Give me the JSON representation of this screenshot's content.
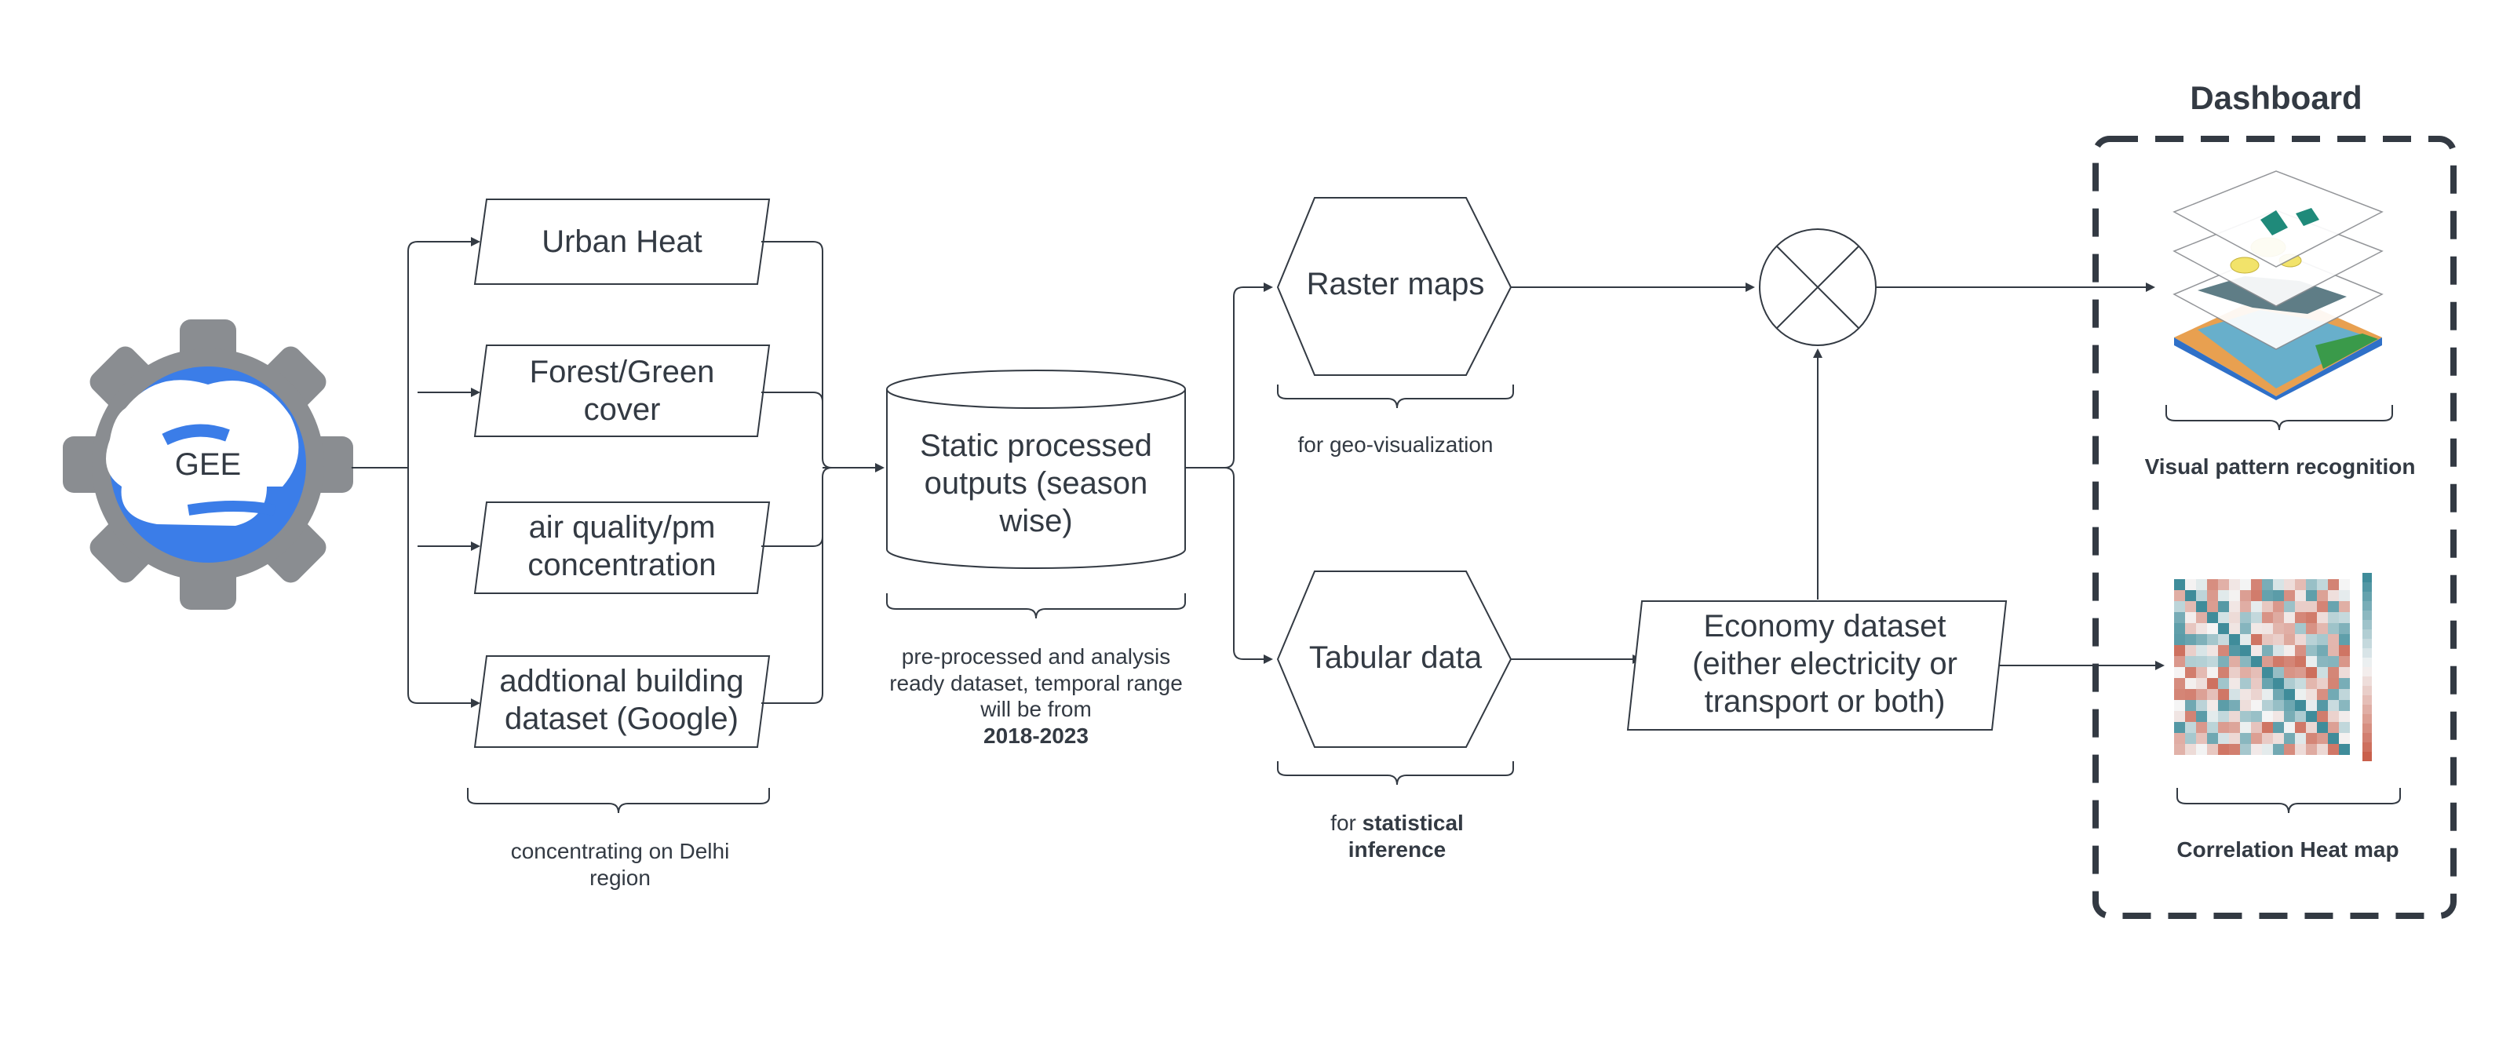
{
  "diagram": {
    "title": "Dashboard",
    "source": {
      "label": "GEE",
      "icon": "gear-cloud-icon"
    },
    "inputs": [
      {
        "label": "Urban Heat"
      },
      {
        "label": "Forest/Green cover"
      },
      {
        "label": "air quality/pm concentration"
      },
      {
        "label": "addtional building dataset (Google)"
      }
    ],
    "inputs_caption": "concentrating on Delhi region",
    "store": {
      "label": "Static processed outputs (season wise)"
    },
    "store_caption": {
      "text": "pre-processed and analysis ready dataset, temporal range will be from",
      "bold": "2018-2023"
    },
    "raster": {
      "label": "Raster maps"
    },
    "raster_caption": "for geo-visualization",
    "tabular": {
      "label": "Tabular data"
    },
    "tabular_caption": {
      "prefix": "for ",
      "bold": "statistical inference"
    },
    "economy": {
      "label": "Economy dataset (either electricity or transport or both)"
    },
    "merge": {
      "icon": "multiply-circle-icon"
    },
    "outputs": [
      {
        "caption": "Visual pattern recognition",
        "icon": "layered-map-icon"
      },
      {
        "caption": "Correlation Heat map",
        "icon": "heatmap-icon"
      }
    ],
    "colors": {
      "stroke": "#333a43",
      "gear": "#8a8d91",
      "cloud_blue": "#3b7de8",
      "heat_teal": "#3f8c9a",
      "heat_red": "#c9604c"
    }
  }
}
